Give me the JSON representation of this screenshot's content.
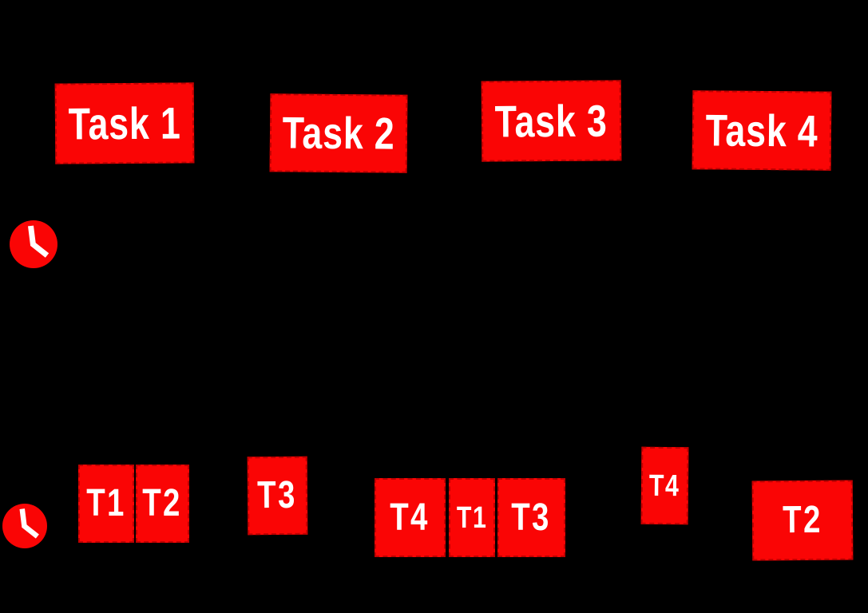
{
  "colors": {
    "background": "#000000",
    "box_fill": "#fa0505",
    "box_border": "#c00000",
    "box_label": "#ffffff",
    "clock_fill": "#fa0505",
    "clock_hands": "#ffffff"
  },
  "top_row": {
    "tasks": [
      {
        "label": "Task 1"
      },
      {
        "label": "Task 2"
      },
      {
        "label": "Task 3"
      },
      {
        "label": "Task 4"
      }
    ]
  },
  "bottom_row": {
    "segments": [
      {
        "label": "T1"
      },
      {
        "label": "T2"
      },
      {
        "label": "T3"
      },
      {
        "label": "T4"
      },
      {
        "label": "T1"
      },
      {
        "label": "T3"
      },
      {
        "label": "T4"
      },
      {
        "label": "T2"
      }
    ]
  },
  "icons": {
    "top_clock": "clock-icon",
    "bottom_clock": "clock-icon"
  }
}
